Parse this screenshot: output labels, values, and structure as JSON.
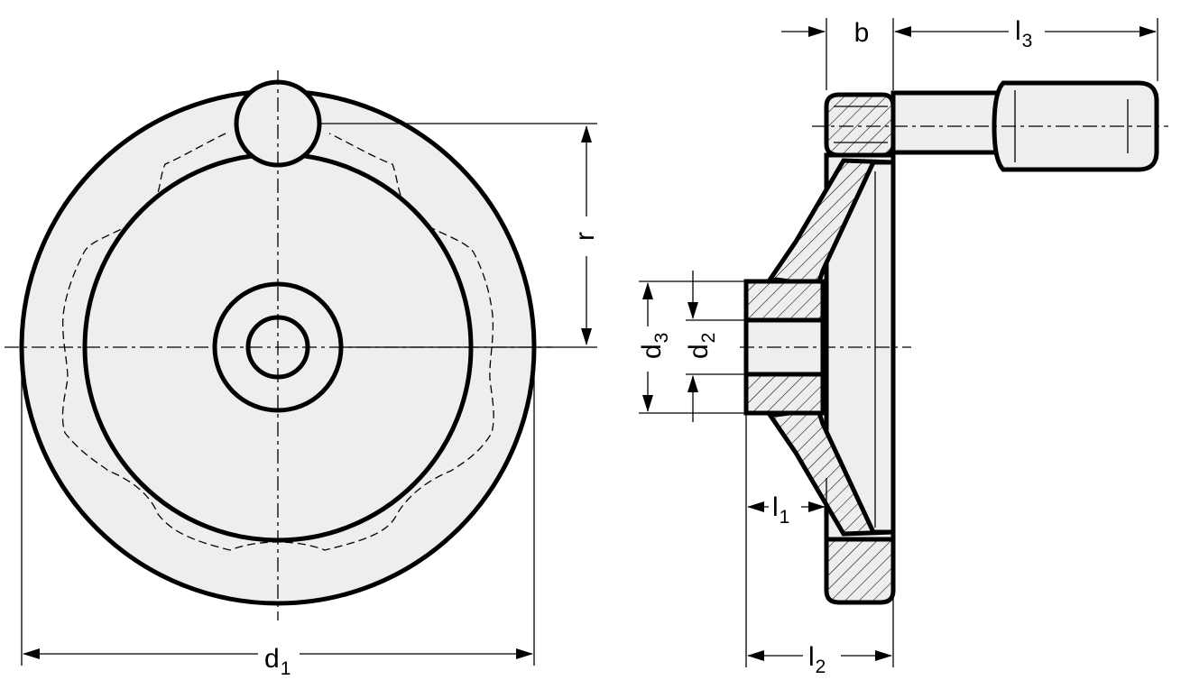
{
  "dimensions": {
    "d1": {
      "main": "d",
      "sub": "1"
    },
    "r": {
      "main": "r"
    },
    "b": {
      "main": "b"
    },
    "l3": {
      "main": "l",
      "sub": "3"
    },
    "d3": {
      "main": "d",
      "sub": "3"
    },
    "d2": {
      "main": "d",
      "sub": "2"
    },
    "l1": {
      "main": "l",
      "sub": "1"
    },
    "l2": {
      "main": "l",
      "sub": "2"
    }
  },
  "colors": {
    "fill": "#eeeeee",
    "line": "#000000"
  }
}
